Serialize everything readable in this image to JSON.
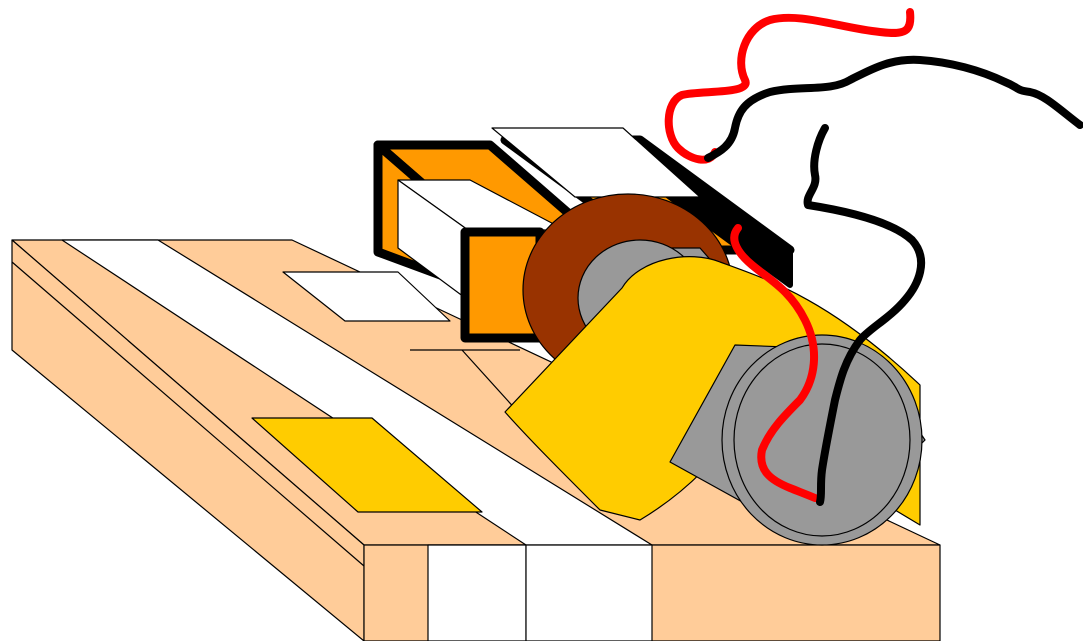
{
  "diagram": {
    "description_visible_text": "",
    "colors": {
      "wood": "#ffcc99",
      "white": "#ffffff",
      "magnet_orange": "#ff9900",
      "outline_black": "#000000",
      "coil_brown": "#993300",
      "grey": "#999999",
      "foil_yellow": "#ffcc00",
      "wire_red": "#ff0000",
      "wire_black": "#000000"
    },
    "parts": [
      {
        "name": "wooden-base"
      },
      {
        "name": "white-strip-front"
      },
      {
        "name": "white-strip-back"
      },
      {
        "name": "white-card"
      },
      {
        "name": "yellow-pad"
      },
      {
        "name": "magnet-block-left"
      },
      {
        "name": "magnet-block-right"
      },
      {
        "name": "coil"
      },
      {
        "name": "grey-roller-back"
      },
      {
        "name": "yellow-foil-strip"
      },
      {
        "name": "grey-roller-front"
      },
      {
        "name": "red-wire"
      },
      {
        "name": "black-wire-1"
      },
      {
        "name": "black-wire-2"
      }
    ]
  }
}
